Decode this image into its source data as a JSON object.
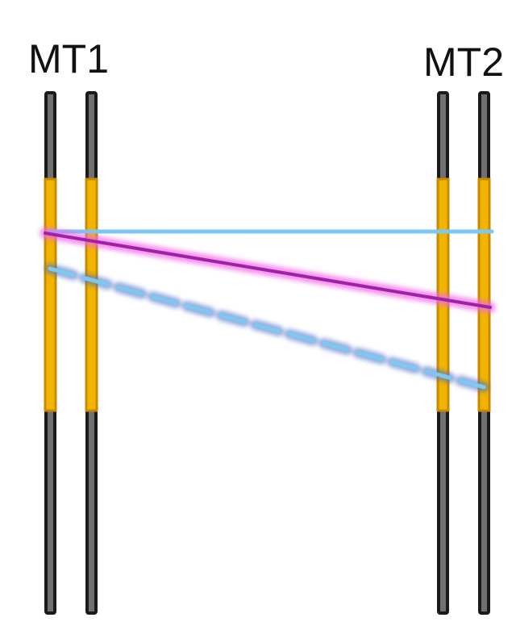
{
  "labels": {
    "left_group": "MT1",
    "right_group": "MT2"
  },
  "colors": {
    "bar_outline": "#1a1a1a",
    "bar_fill": "#707070",
    "overlap_fill": "#f2b400",
    "overlap_outline": "#c98a00",
    "link_blue": "#7cc8f0",
    "link_blue_glow": "#4a6fc8",
    "link_magenta": "#a020a8",
    "link_magenta_glow": "#ee66e6"
  },
  "links": [
    {
      "name": "solid-blue",
      "style": "solid"
    },
    {
      "name": "magenta",
      "style": "solid"
    },
    {
      "name": "dashed-blue",
      "style": "dashed"
    }
  ]
}
